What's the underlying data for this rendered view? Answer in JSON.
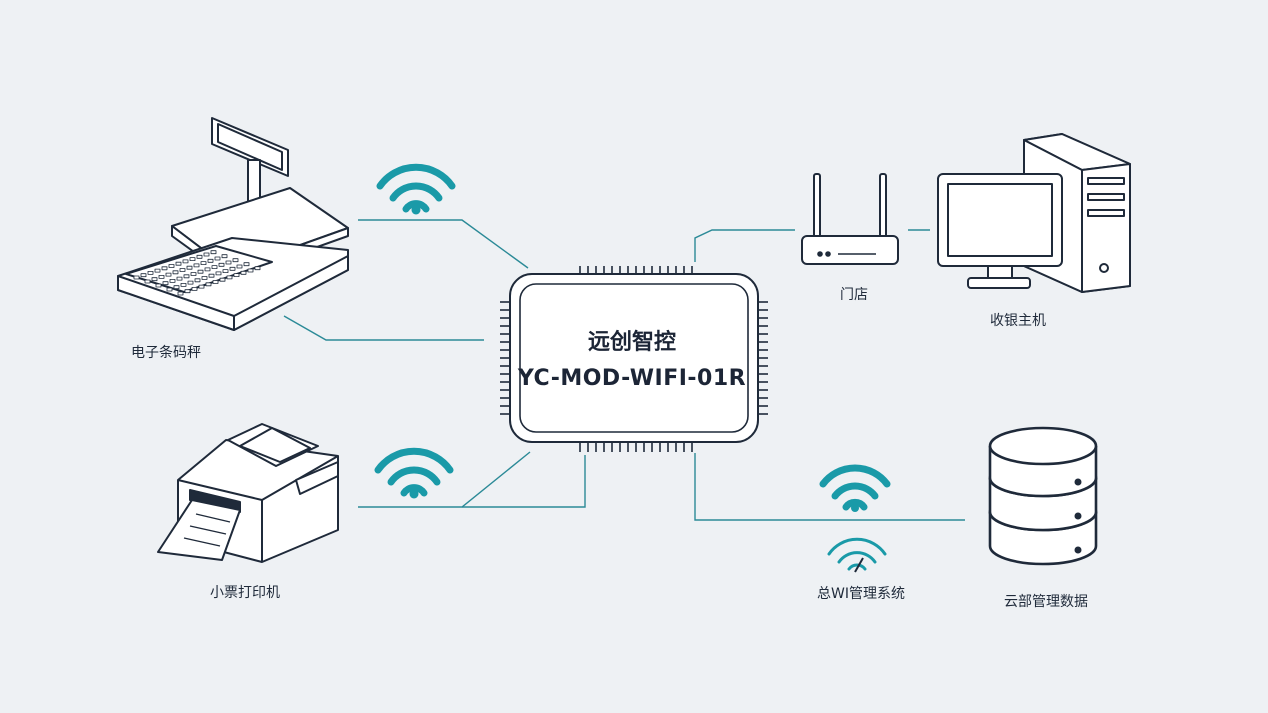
{
  "chip": {
    "brand": "远创智控",
    "model": "YC-MOD-WIFI-01R"
  },
  "devices": {
    "scale": "电子条码秤",
    "printer": "小票打印机",
    "store": "门店",
    "cashier": "收银主机",
    "wifi_system": "总WI管理系统",
    "cloud": "云部管理数据"
  },
  "colors": {
    "background": "#eef1f4",
    "line": "#1f2a3a",
    "teal": "#1a9aa8",
    "connector": "#2b8a97"
  },
  "icons": [
    "scale-icon",
    "printer-icon",
    "router-icon",
    "computer-icon",
    "database-icon",
    "wifi-icon"
  ]
}
